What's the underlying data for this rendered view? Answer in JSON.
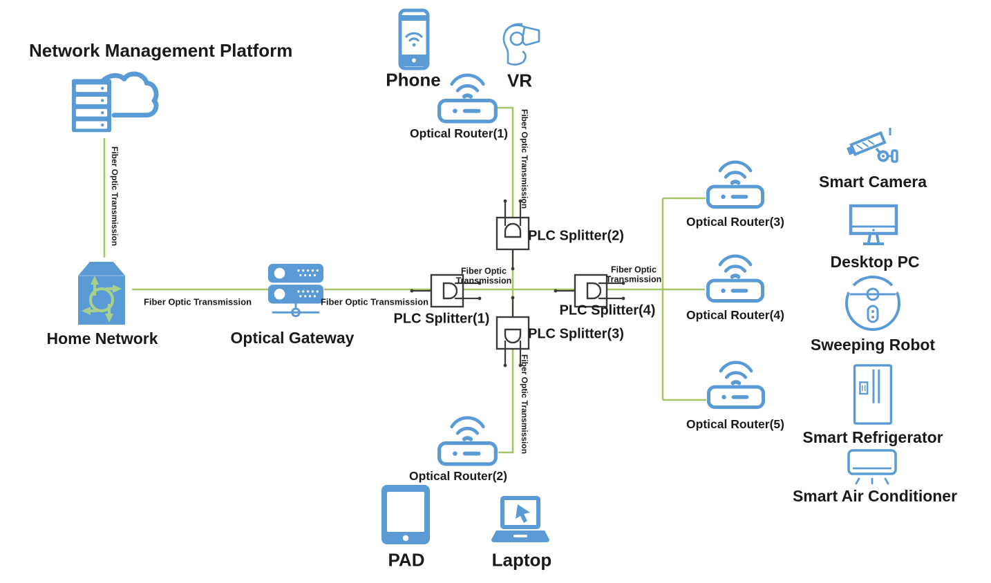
{
  "colors": {
    "device_blue": "#5B9BD5",
    "link_green": "#A6C566",
    "arrow_light_green": "#A8D08D",
    "splitter_dark": "#3A3A3A",
    "text": "#1A1A1A"
  },
  "title": "Network Management Platform",
  "fiber_link_label": "Fiber Optic Transmission",
  "nodes": {
    "home_network": "Home Network",
    "optical_gateway": "Optical Gateway",
    "phone": "Phone",
    "vr": "VR",
    "pad": "PAD",
    "laptop": "Laptop"
  },
  "optical_routers": [
    "Optical Router(1)",
    "Optical Router(2)",
    "Optical Router(3)",
    "Optical Router(4)",
    "Optical Router(5)"
  ],
  "plc_splitters": [
    "PLC Splitter(1)",
    "PLC Splitter(2)",
    "PLC Splitter(3)",
    "PLC Splitter(4)"
  ],
  "smart_devices": [
    "Smart Camera",
    "Desktop PC",
    "Sweeping Robot",
    "Smart Refrigerator",
    "Smart Air Conditioner"
  ]
}
